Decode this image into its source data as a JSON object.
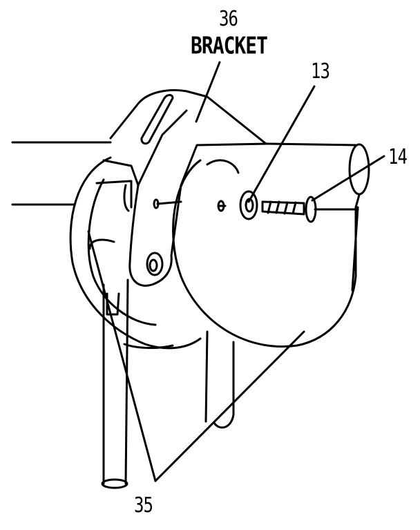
{
  "labels": {
    "part_36_number": "36",
    "part_36_name": "BRACKET",
    "part_13": "13",
    "part_14": "14",
    "part_35": "35"
  },
  "colors": {
    "ink": "#000000",
    "paper": "#ffffff"
  }
}
